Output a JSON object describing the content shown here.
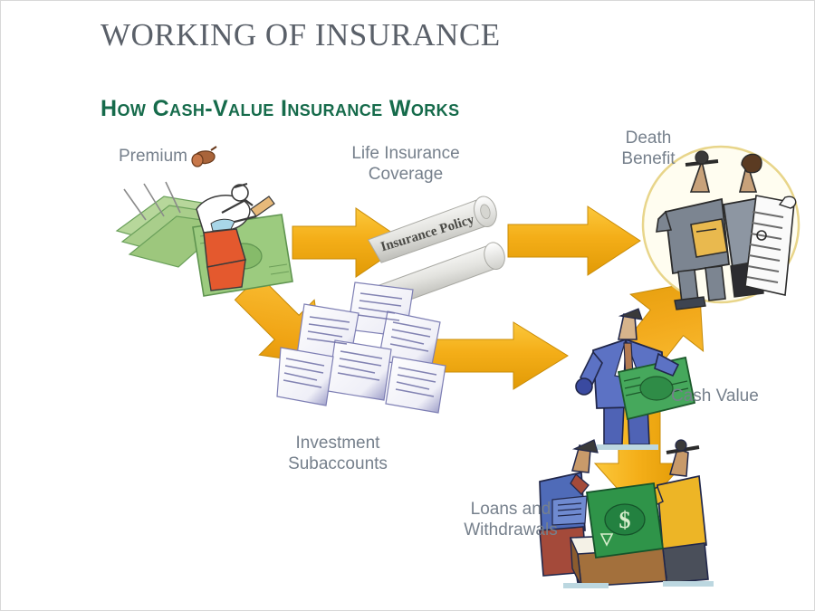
{
  "slide": {
    "title": "WORKING OF INSURANCE",
    "title_color": "#5a6069",
    "background": "#ffffff"
  },
  "figure": {
    "heading": "How Cash-Value Insurance Works",
    "heading_color": "#166b4b",
    "label_color": "#76808c",
    "arrow_color": "#f2a91b",
    "labels": {
      "premium": "Premium",
      "coverage": "Life Insurance\nCoverage",
      "death_benefit": "Death\nBenefit",
      "investment": "Investment\nSubaccounts",
      "cash_value": "Cash Value",
      "loans": "Loans and\nWithdrawals"
    },
    "artwork": {
      "premium": "money-stack-with-person-icon",
      "policy_document": "rolled-insurance-policy-icon",
      "policy_document_text": "Insurance Policy",
      "death_benefit": "two-people-with-document-icon",
      "investment_papers": "stack-of-documents-icon",
      "cash_value_person": "businessman-holding-money-icon",
      "loans_people": "two-people-with-money-box-icon"
    },
    "arrows": [
      {
        "name": "premium-to-coverage",
        "direction": "right"
      },
      {
        "name": "coverage-to-death-benefit",
        "direction": "right"
      },
      {
        "name": "premium-to-investment",
        "direction": "down-right"
      },
      {
        "name": "investment-to-cash-value",
        "direction": "right"
      },
      {
        "name": "cash-value-to-death-benefit",
        "direction": "up-right"
      },
      {
        "name": "cash-value-to-loans",
        "direction": "down"
      }
    ]
  }
}
